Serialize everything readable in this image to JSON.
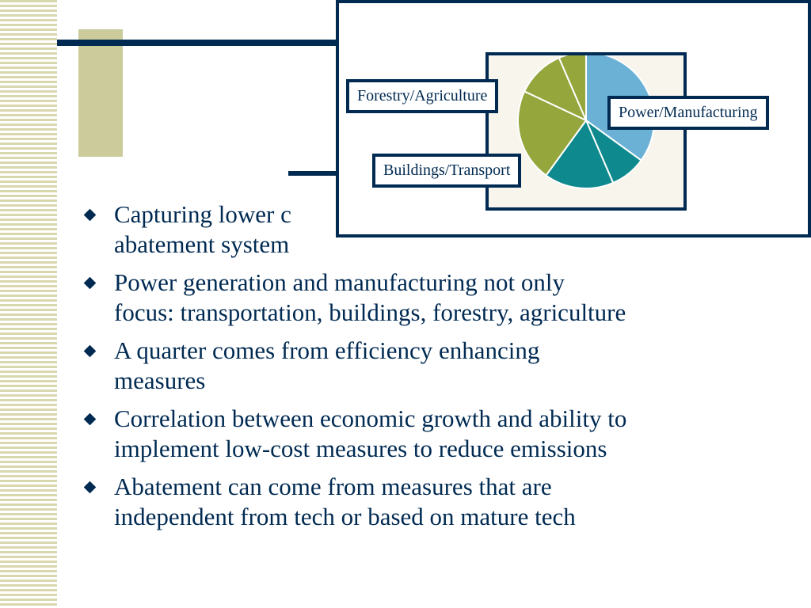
{
  "slide": {
    "bullets": [
      {
        "text": "Capturing lower c\nabatement system"
      },
      {
        "text": "Power generation and manufacturing not only\nfocus: transportation, buildings, forestry, agriculture"
      },
      {
        "text": "A quarter comes from efficiency enhancing\nmeasures"
      },
      {
        "text": "Correlation between economic growth and ability to\nimplement low-cost measures to reduce emissions"
      },
      {
        "text": "Abatement can come from measures that are\nindependent from tech or based on mature tech"
      }
    ]
  },
  "chart_data": {
    "type": "pie",
    "series": [
      {
        "name": "Power/Manufacturing",
        "value": 0.35,
        "color": "#6bb1d6"
      },
      {
        "name": "Buildings/Transport",
        "value": 0.25,
        "color": "#0e8a8e"
      },
      {
        "name": "Forestry/Agriculture",
        "value": 0.4,
        "color": "#94a63c"
      }
    ],
    "slices": [
      {
        "group": "Power/Manufacturing",
        "value": 0.35,
        "color": "#6bb1d6"
      },
      {
        "group": "Buildings/Transport",
        "value": 0.085,
        "color": "#0e8a8e"
      },
      {
        "group": "Buildings/Transport",
        "value": 0.165,
        "color": "#0e8a8e"
      },
      {
        "group": "Forestry/Agriculture",
        "value": 0.22,
        "color": "#94a63c"
      },
      {
        "group": "Forestry/Agriculture",
        "value": 0.115,
        "color": "#94a63c"
      },
      {
        "group": "Forestry/Agriculture",
        "value": 0.065,
        "color": "#94a63c"
      }
    ],
    "labels": {
      "forestry": "Forestry/Agriculture",
      "power": "Power/Manufacturing",
      "buildings": "Buildings/Transport"
    },
    "background": "#f8f5ed",
    "slice_border": "#ffffff"
  }
}
